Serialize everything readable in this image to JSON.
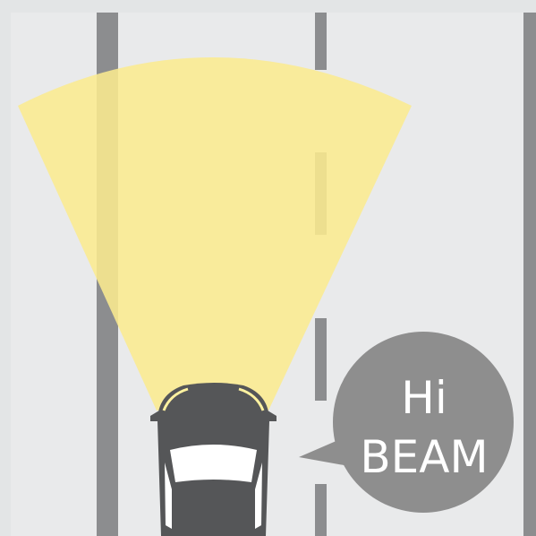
{
  "bubble": {
    "line1": "Hi",
    "line2": "BEAM"
  },
  "colors": {
    "background": "#e3e5e6",
    "road": "#e9eaeb",
    "lane_line": "#8c8d8f",
    "beam": "#fbeb90",
    "car_body": "#555658",
    "car_glass": "#ffffff",
    "headlight": "#fff2a0",
    "bubble": "#8e8e8e",
    "bubble_text": "#ffffff"
  },
  "icons": {
    "car": "car-top-view-icon",
    "beam": "high-beam-light-cone",
    "bubble": "speech-bubble"
  }
}
